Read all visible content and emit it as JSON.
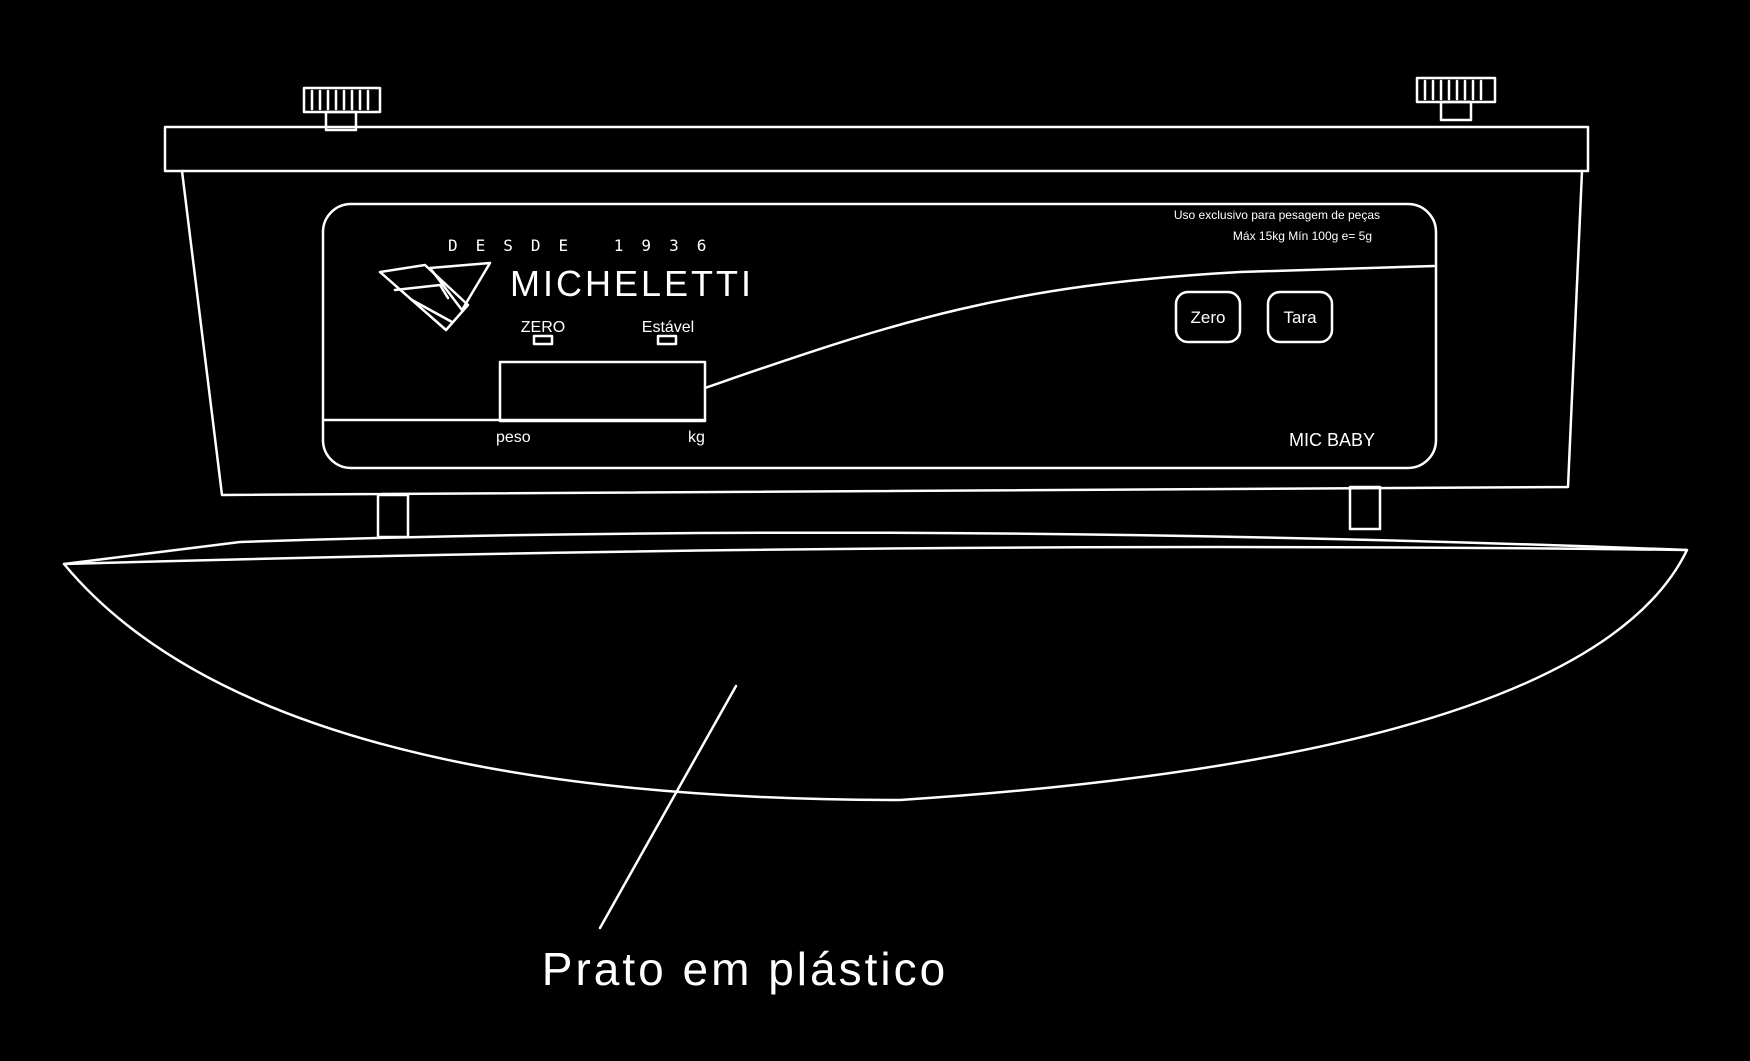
{
  "colors": {
    "background": "#000000",
    "line": "#ffffff"
  },
  "panel": {
    "tagline": "DESDE 1936",
    "brand": "MICHELETTI",
    "led_zero": "ZERO",
    "led_stable": "Estável",
    "display_left": "peso",
    "display_right": "kg",
    "spec_line1": "Uso exclusivo para pesagem de peças",
    "spec_line2": "Máx 15kg   Mín 100g   e= 5g",
    "button_zero": "Zero",
    "button_tara": "Tara",
    "model": "MIC BABY"
  },
  "callout": {
    "label": "Prato em plástico"
  }
}
